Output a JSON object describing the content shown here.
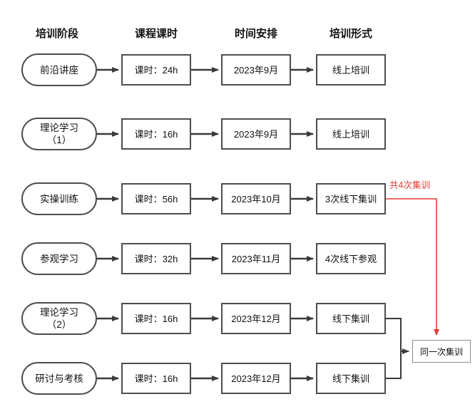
{
  "colors": {
    "line": "#3a3a3a",
    "red": "#e53935",
    "box-border": "#4d4d4d"
  },
  "headers": {
    "stage": "培训阶段",
    "hours": "课程课时",
    "time": "时间安排",
    "format": "培训形式"
  },
  "rows": [
    {
      "stage": "前沿讲座",
      "stage2": "",
      "hours": "课时：24h",
      "time": "2023年9月",
      "format": "线上培训"
    },
    {
      "stage": "理论学习",
      "stage2": "（1）",
      "hours": "课时：16h",
      "time": "2023年9月",
      "format": "线上培训"
    },
    {
      "stage": "实操训练",
      "stage2": "",
      "hours": "课时：56h",
      "time": "2023年10月",
      "format": "3次线下集训"
    },
    {
      "stage": "参观学习",
      "stage2": "",
      "hours": "课时：32h",
      "time": "2023年11月",
      "format": "4次线下参观"
    },
    {
      "stage": "理论学习",
      "stage2": "（2）",
      "hours": "课时：16h",
      "time": "2023年12月",
      "format": "线下集训"
    },
    {
      "stage": "研讨与考核",
      "stage2": "",
      "hours": "课时：16h",
      "time": "2023年12月",
      "format": "线下集训"
    }
  ],
  "annotations": {
    "red_note": "共4次集训",
    "merge_label": "同一次集训"
  }
}
